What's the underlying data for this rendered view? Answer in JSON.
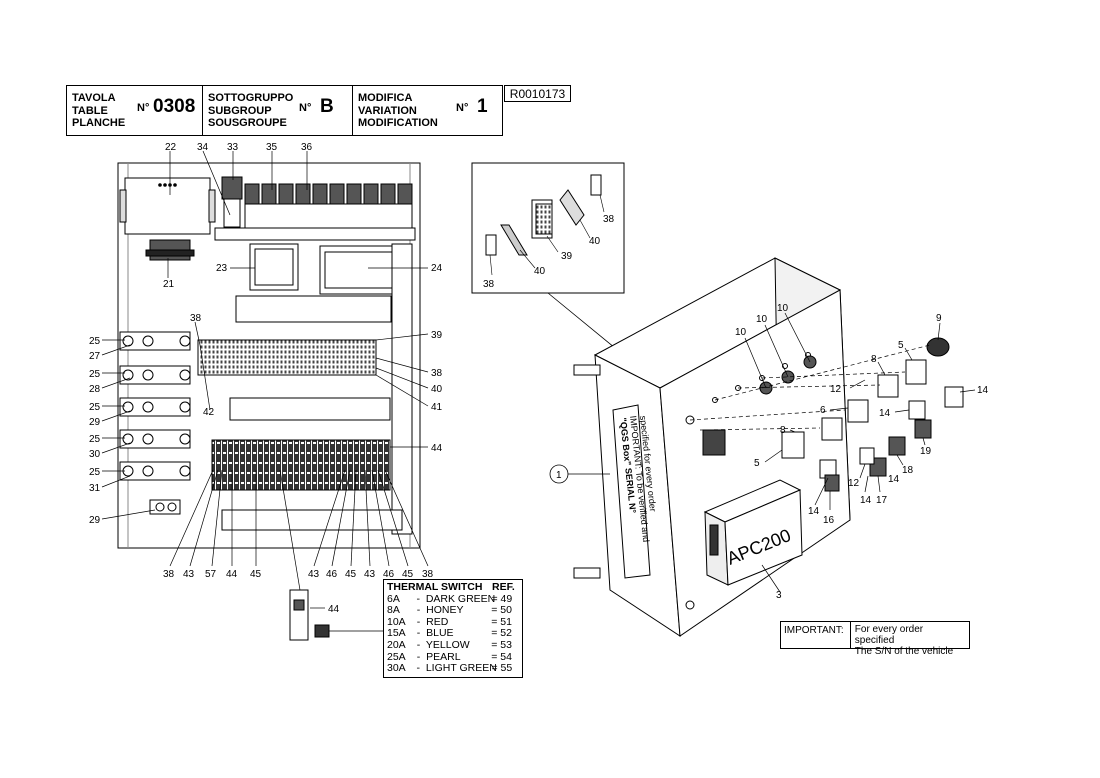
{
  "title_block": {
    "tavola": {
      "lines": [
        "TAVOLA",
        "TABLE",
        "PLANCHE"
      ],
      "no_label": "N°",
      "value": "0308"
    },
    "sottogruppo": {
      "lines": [
        "SOTTOGRUPPO",
        "SUBGROUP",
        "SOUSGROUPE"
      ],
      "no_label": "N°",
      "value": "B"
    },
    "modifica": {
      "lines": [
        "MODIFICA",
        "VARIATION",
        "MODIFICATION"
      ],
      "no_label": "N°",
      "value": "1"
    }
  },
  "reference_code": "R0010173",
  "thermal_switch": {
    "header": "THERMAL SWITCH",
    "ref_header": "REF.",
    "rows": [
      {
        "amp": "6A",
        "color": "-  DARK GREEN",
        "ref": "= 49"
      },
      {
        "amp": "8A",
        "color": "-  HONEY",
        "ref": "= 50"
      },
      {
        "amp": "10A",
        "color": "-  RED",
        "ref": "= 51"
      },
      {
        "amp": "15A",
        "color": "-  BLUE",
        "ref": "= 52"
      },
      {
        "amp": "20A",
        "color": "-  YELLOW",
        "ref": "= 53"
      },
      {
        "amp": "25A",
        "color": "-  PEARL",
        "ref": "= 54"
      },
      {
        "amp": "30A",
        "color": "-  LIGHT GREEN",
        "ref": "= 55"
      }
    ]
  },
  "important": {
    "label": "IMPORTANT:",
    "line1": "For every order specified",
    "line2": "The S/N of the vehicle"
  },
  "box_texts": {
    "apc": "APC200",
    "qgs_serial": "\"QGS Box\" SERIAL N°",
    "important_note_1": "IMPORTANT: To be verified and",
    "important_note_2": "specified for every order"
  },
  "callouts": {
    "c22": "22",
    "c34": "34",
    "c33": "33",
    "c35": "35",
    "c36": "36",
    "c23": "23",
    "c24": "24",
    "c21": "21",
    "c38a": "38",
    "c39": "39",
    "c38b": "38",
    "c40": "40",
    "c41": "41",
    "c42": "42",
    "c25a": "25",
    "c27": "27",
    "c25b": "25",
    "c28": "28",
    "c25c": "25",
    "c29a": "29",
    "c25d": "25",
    "c30": "30",
    "c25e": "25",
    "c31": "31",
    "c29b": "29",
    "c44a": "44",
    "b38": "38",
    "b43": "43",
    "b57": "57",
    "b44": "44",
    "b45": "45",
    "b43b": "43",
    "b46": "46",
    "b45b": "45",
    "b43c": "43",
    "b46b": "46",
    "b45c": "45",
    "b38b": "38",
    "c44b": "44",
    "i38a": "38",
    "i40a": "40",
    "i39": "39",
    "i40b": "40",
    "i38b": "38",
    "r1": "1",
    "r3": "3",
    "r10a": "10",
    "r10b": "10",
    "r10c": "10",
    "r9": "9",
    "r8a": "8",
    "r5a": "5",
    "r14a": "14",
    "r12a": "12",
    "r6": "6",
    "r14b": "14",
    "r8b": "8",
    "r5b": "5",
    "r19": "19",
    "r18": "18",
    "r17": "17",
    "r12b": "12",
    "r14c": "14",
    "r14d": "14",
    "r14e": "14",
    "r16": "16"
  }
}
